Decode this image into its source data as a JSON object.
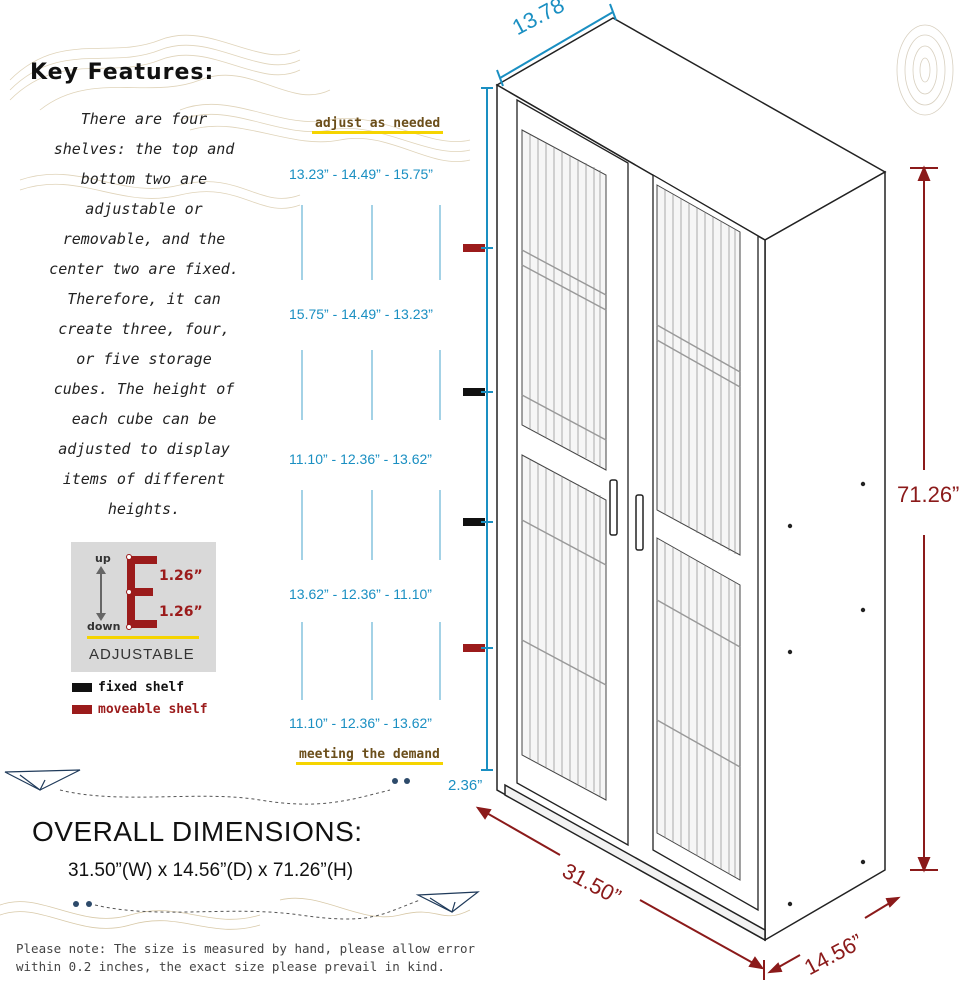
{
  "key_features": {
    "title": "Key Features:",
    "lines": [
      "There are four",
      "shelves: the top and",
      "bottom two are",
      "adjustable or",
      "removable, and the",
      "center two are fixed.",
      "Therefore, it can",
      "create three, four,",
      "or five storage",
      "cubes. The height of",
      "each cube can be",
      "adjusted to display",
      "items of different",
      "heights."
    ]
  },
  "adjust_label": "adjust as needed",
  "meeting_label": "meeting the demand",
  "measurements": [
    "13.23” - 14.49” - 15.75”",
    "15.75” - 14.49” - 13.23”",
    "11.10” - 12.36” - 13.62”",
    "13.62” - 12.36” - 11.10”",
    "11.10” - 12.36” - 13.62”"
  ],
  "adjustable": {
    "up": "up",
    "down": "down",
    "step1": "1.26”",
    "step2": "1.26”",
    "label": "ADJUSTABLE"
  },
  "legend": {
    "fixed": "fixed shelf",
    "moveable": "moveable shelf",
    "fixed_color": "#111111",
    "moveable_color": "#9b1b1b"
  },
  "dimensions": {
    "depth_top": "13.78”",
    "height": "71.26”",
    "base": "2.36”",
    "width": "31.50”",
    "depth": "14.56”"
  },
  "overall": {
    "title": "OVERALL DIMENSIONS:",
    "value": "31.50”(W) x 14.56”(D) x 71.26”(H)"
  },
  "note": [
    "Please note: The size is measured by hand, please allow error",
    "within 0.2 inches, the exact size please prevail in kind."
  ],
  "colors": {
    "blue": "#1a8fc2",
    "red": "#8b1a1a",
    "highlight": "#f5d400"
  }
}
